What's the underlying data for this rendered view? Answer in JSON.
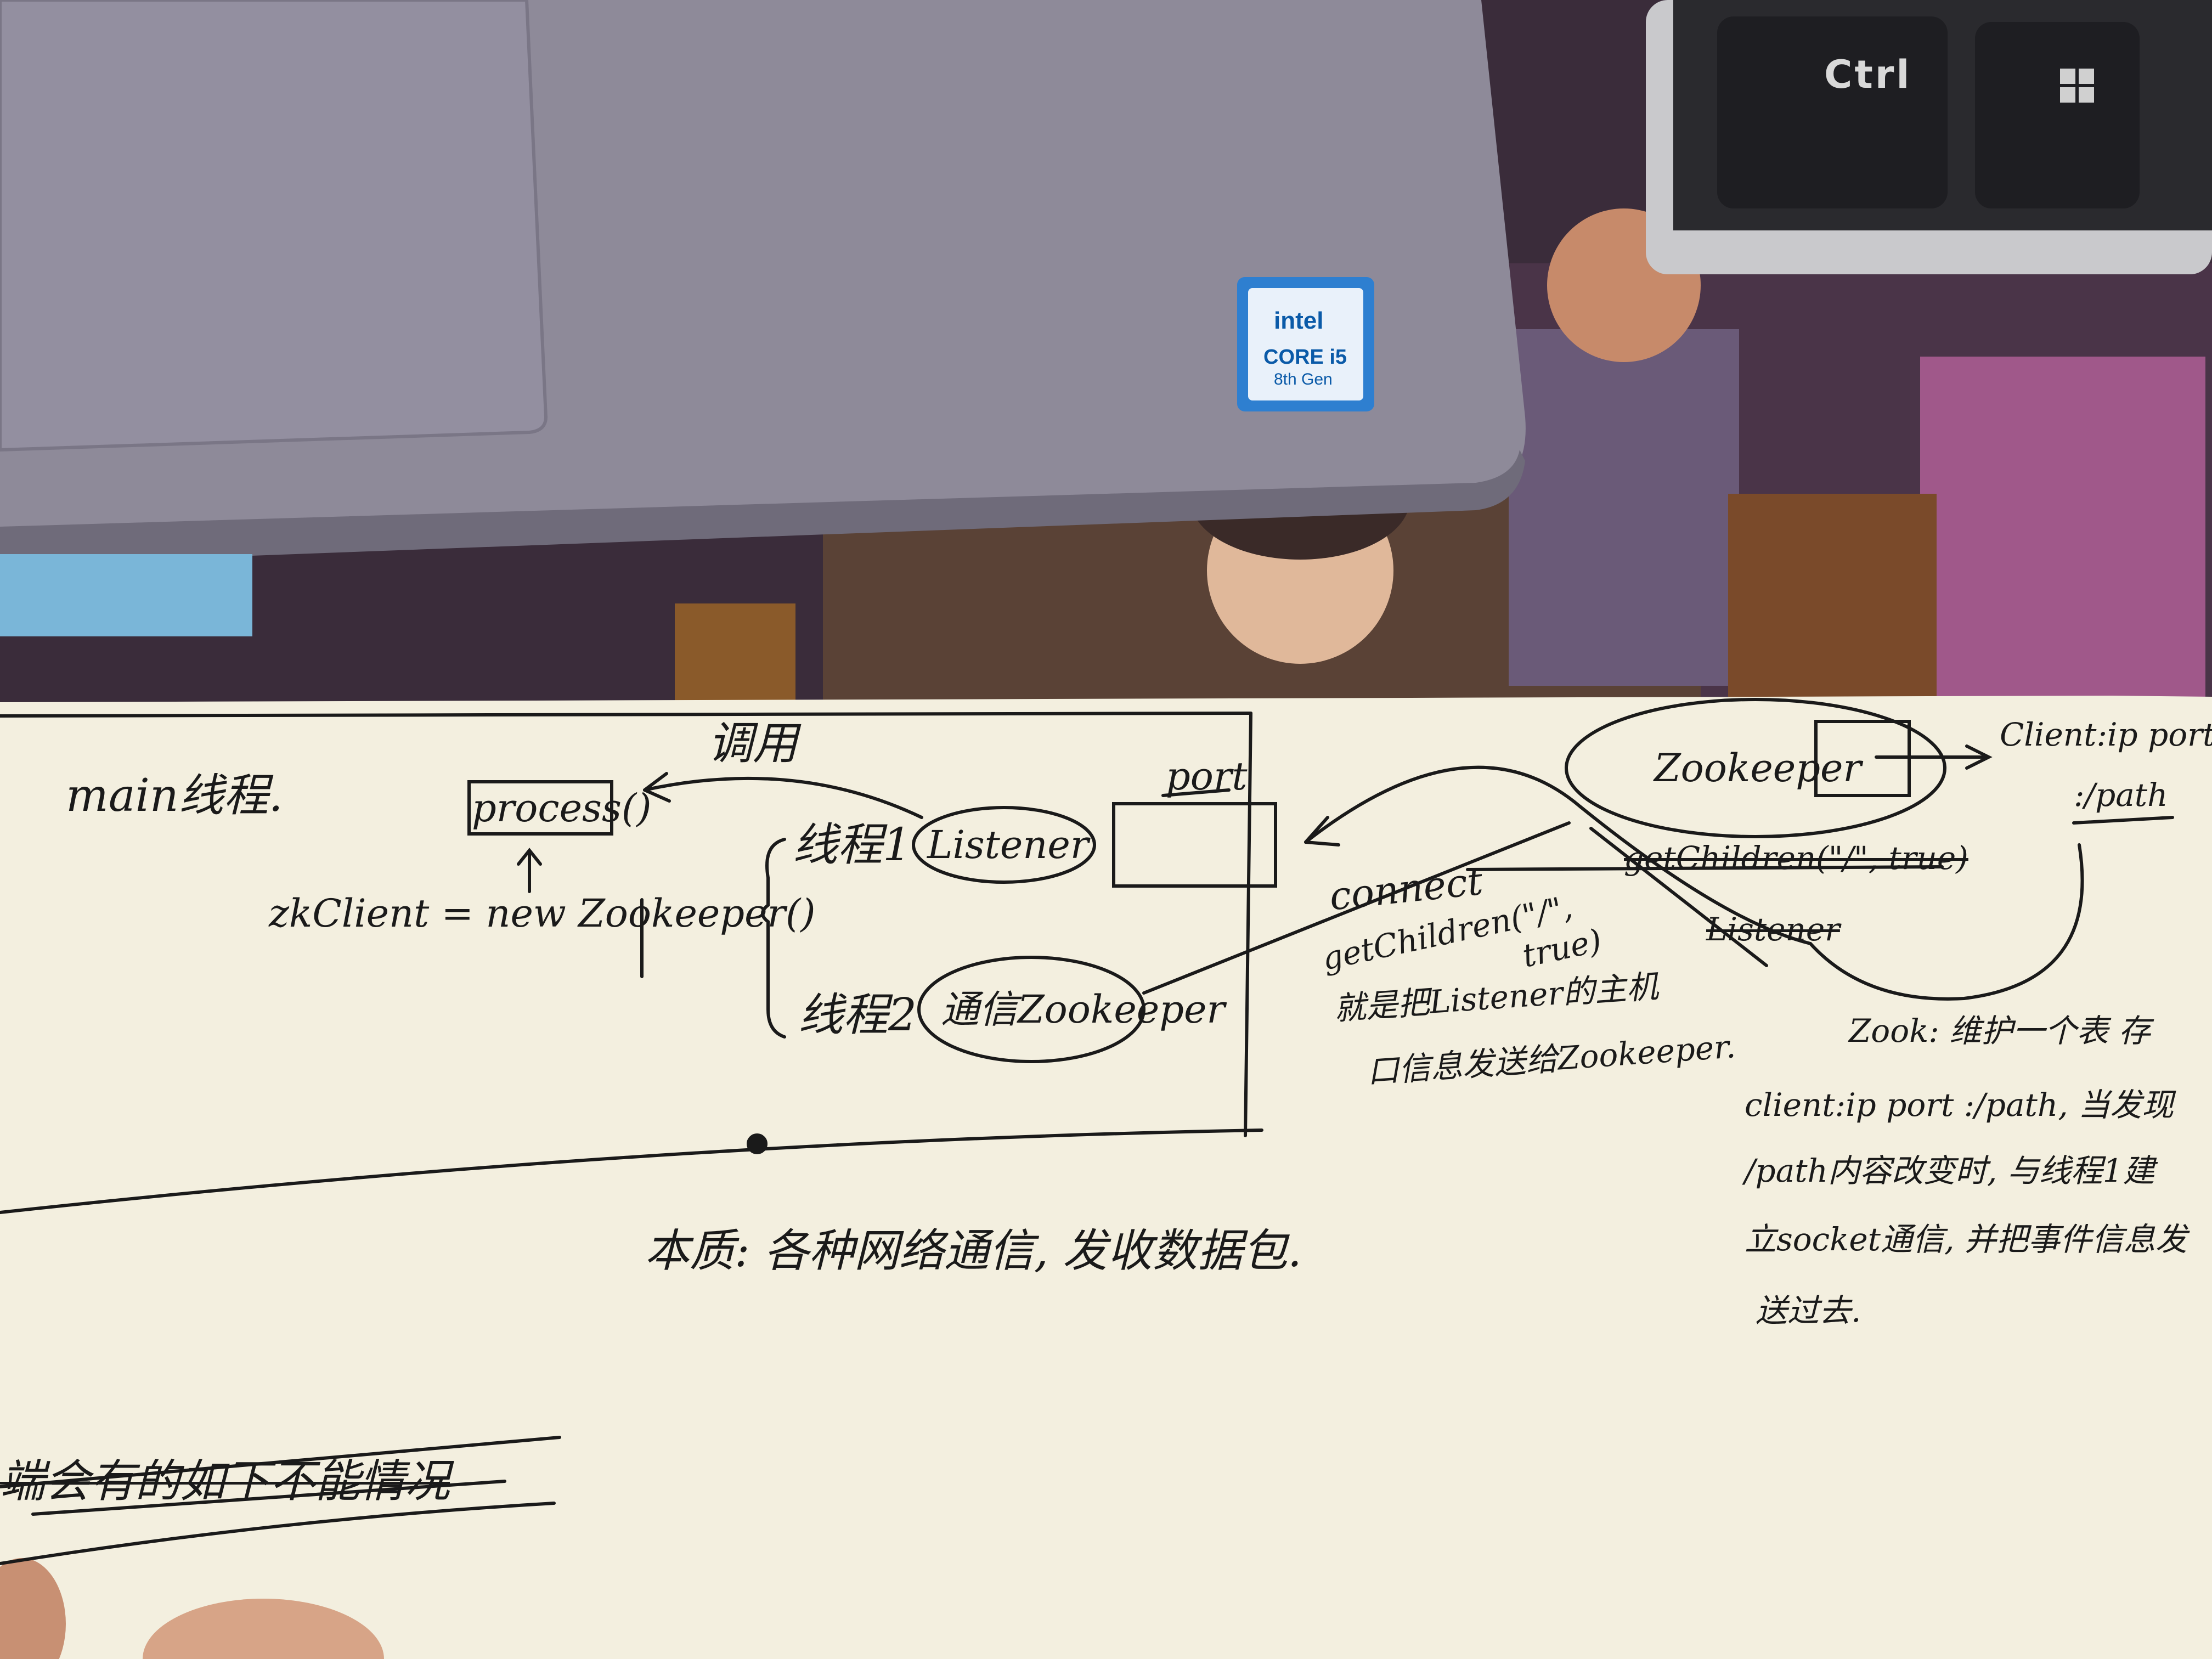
{
  "colors": {
    "laptop": "#8e8a99",
    "laptop_edge": "#6f6b7a",
    "trackpad": "#938fa0",
    "mousepad": "#3a2c3a",
    "paper": "#f3efdf",
    "ink": "#1a1a1a",
    "intel_blue": "#0a5aa8",
    "keyboard_frame": "#c9c9cc",
    "key": "#1e1e22"
  },
  "keyboard": {
    "ctrl_label": "Ctrl",
    "win_icon": "windows-logo-icon"
  },
  "intel_sticker": {
    "brand": "intel",
    "line1": "CORE i5",
    "line2": "8th Gen"
  },
  "note": {
    "main_thread": "main线程.",
    "process_box": "process()",
    "call_label": "调用",
    "zkclient_line": "zkClient = new Zookeeper()",
    "thread1_label": "线程1",
    "listener_oval": "Listener",
    "thread2_label": "线程2",
    "thread2_oval": "通信Zookeeper",
    "port_label": "port",
    "connect_label": "connect",
    "getchildren_label": "getChildren(\"/\",",
    "true_label": "true)",
    "explain_line1": "就是把Listener的主机",
    "explain_line2": "口信息发送给Zookeeper.",
    "zookeeper_oval": "Zookeeper",
    "client_ip_port": "Client:ip port",
    "path_label": ":/path",
    "crossed_getchildren": "getChildren(\"/\", true)",
    "crossed_listener": "Listener",
    "zook_maintain": "Zook: 维护一个表 存",
    "right_para_1": "client:ip port :/path, 当发现",
    "right_para_2": "/path内容改变时, 与线程1建",
    "right_para_3": "立socket通信, 并把事件信息发",
    "right_para_4": "送过去.",
    "essence": "本质: 各种网络通信, 发收数据包.",
    "crossed_bottom": "端会有的如下不能情况"
  }
}
